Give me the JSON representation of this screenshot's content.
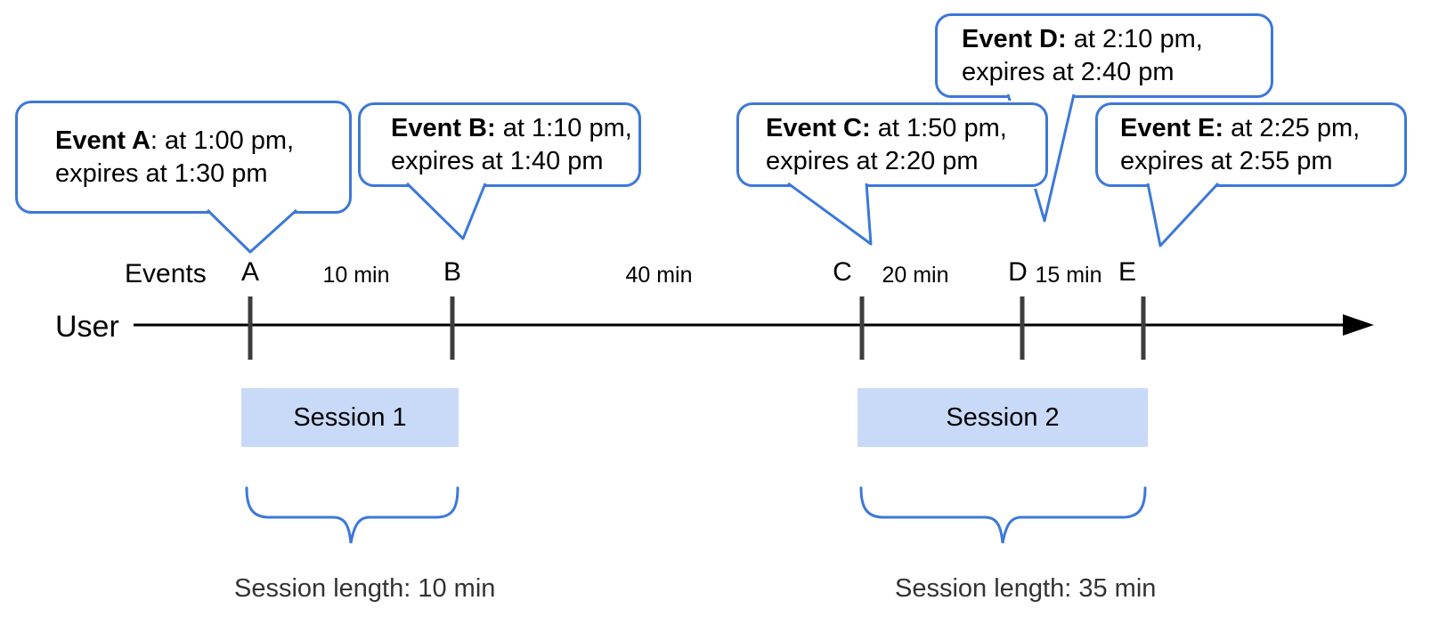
{
  "bubbles": [
    {
      "bold": "Event A",
      "rest": ": at 1:00 pm,",
      "line2": "expires at 1:30 pm"
    },
    {
      "bold": "Event B:",
      "rest": " at 1:10 pm,",
      "line2": "expires at 1:40 pm"
    },
    {
      "bold": "Event C:",
      "rest": " at 1:50 pm,",
      "line2": "expires at 2:20 pm"
    },
    {
      "bold": "Event D:",
      "rest": " at 2:10 pm,",
      "line2": "expires at 2:40 pm"
    },
    {
      "bold": "Event E:",
      "rest": " at 2:25 pm,",
      "line2": "expires at 2:55 pm"
    }
  ],
  "timeline": {
    "row_label": "User",
    "events_label": "Events",
    "ticks": [
      "A",
      "B",
      "C",
      "D",
      "E"
    ],
    "gaps": [
      "10 min",
      "40 min",
      "20 min",
      "15 min"
    ]
  },
  "sessions": [
    {
      "label": "Session 1",
      "caption": "Session length: 10 min"
    },
    {
      "label": "Session 2",
      "caption": "Session length: 35 min"
    }
  ],
  "colors": {
    "callout_blue": "#3c78d8",
    "session_fill": "#c9daf8",
    "tick_gray": "#3d3d3d"
  }
}
